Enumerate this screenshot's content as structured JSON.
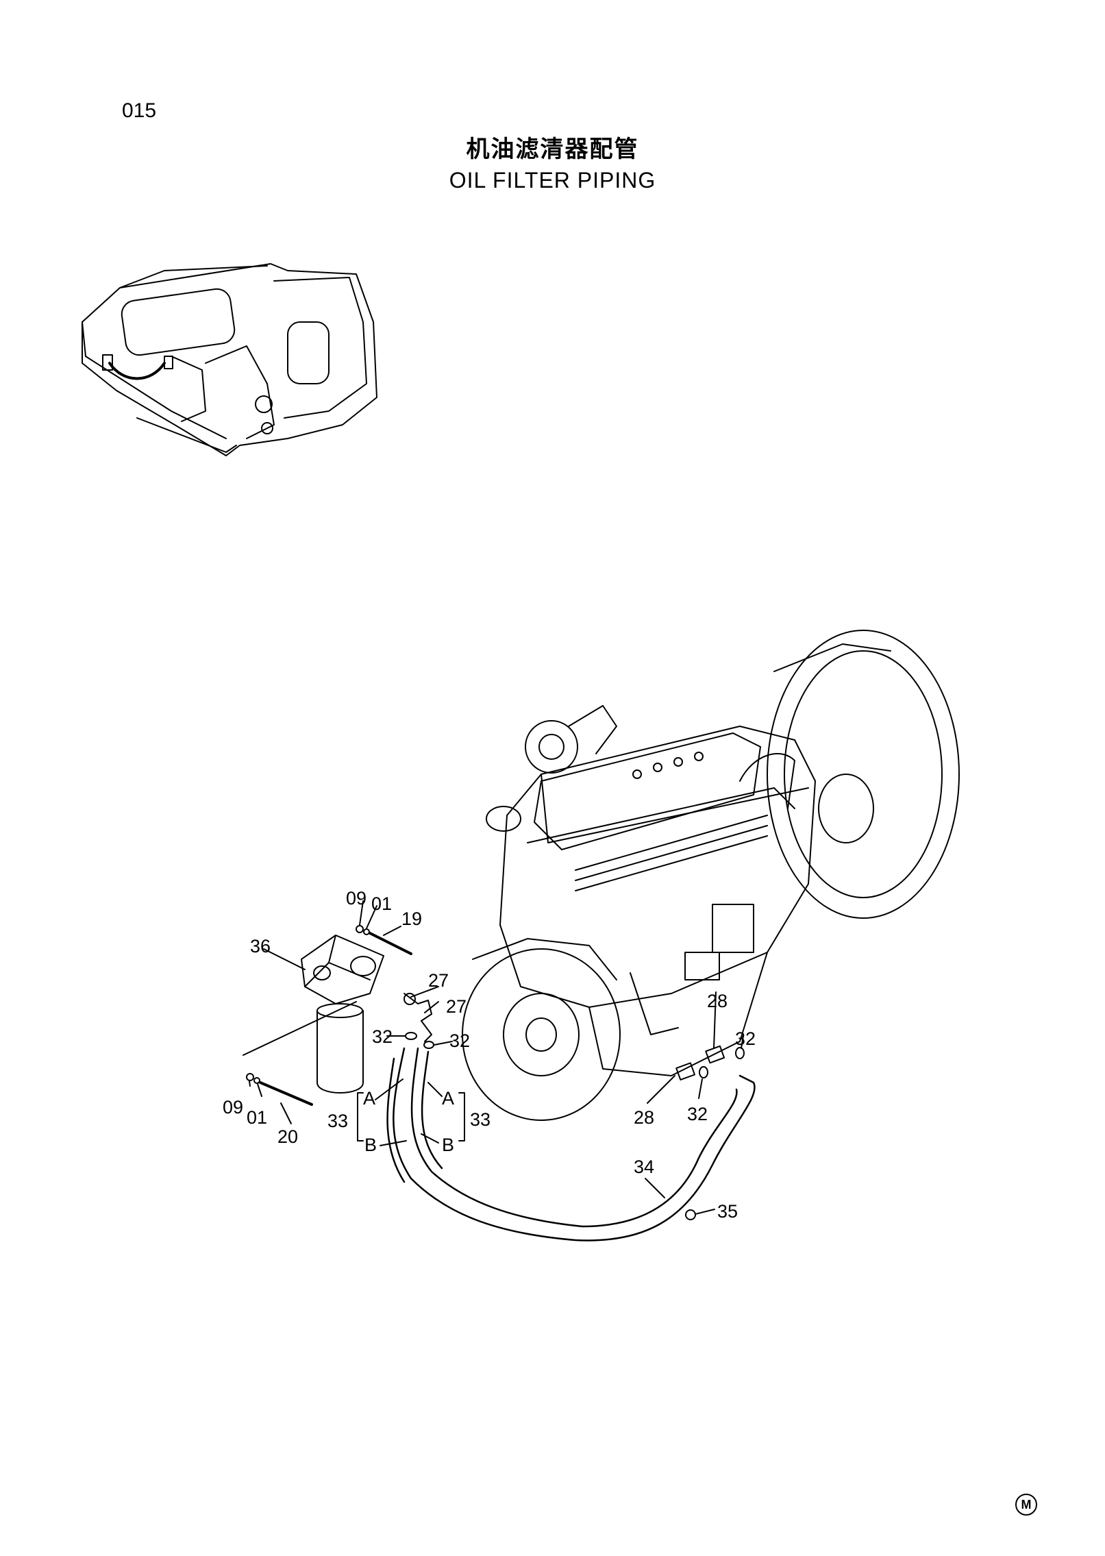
{
  "page_number": "015",
  "title_cn": "机油滤清器配管",
  "title_en": "OIL FILTER PIPING",
  "mark": "M",
  "callouts": {
    "c09a": "09",
    "c01a": "01",
    "c19": "19",
    "c36": "36",
    "c27a": "27",
    "c27b": "27",
    "c28a": "28",
    "c32a": "32",
    "c32b": "32",
    "c32c": "32",
    "c32d": "32",
    "c09b": "09",
    "c01b": "01",
    "c20": "20",
    "c33a": "33",
    "c33b": "33",
    "cAa": "A",
    "cAb": "A",
    "cBa": "B",
    "cBb": "B",
    "c28b": "28",
    "c34": "34",
    "c35": "35"
  }
}
